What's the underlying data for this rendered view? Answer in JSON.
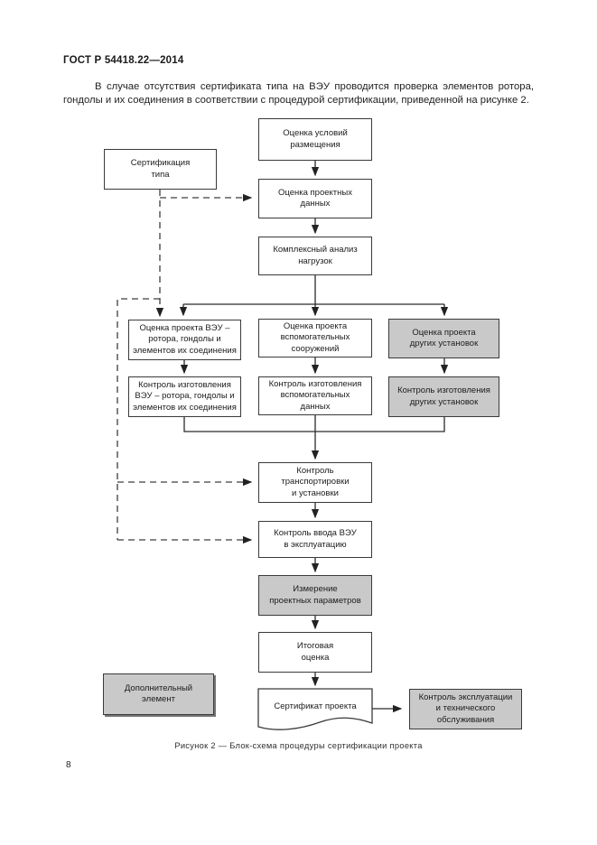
{
  "header": {
    "title": "ГОСТ Р 54418.22—2014"
  },
  "body_text": {
    "paragraph": "В случае отсутствия сертификата типа на ВЭУ проводится проверка элементов ротора, гондолы и их соединения в соответствии с процедурой сертификации, приведенной на рисунке 2."
  },
  "figure": {
    "caption": "Рисунок 2 — Блок-схема процедуры сертификации проекта",
    "nodes": {
      "cert_type": "Сертификация\nтипа",
      "site_conditions": "Оценка условий\nразмещения",
      "design_data": "Оценка проектных\nданных",
      "load_analysis": "Комплексный анализ\nнагрузок",
      "eval_wtg": "Оценка проекта ВЭУ –\nротора, гондолы и\nэлементов их соединения",
      "eval_aux": "Оценка проекта\nвспомогательных\nсооружений",
      "eval_other": "Оценка проекта\nдругих установок",
      "ctrl_wtg": "Контроль изготовления\nВЭУ – ротора, гондолы и\nэлементов их соединения",
      "ctrl_aux": "Контроль изготовления\nвспомогательных\nданных",
      "ctrl_other": "Контроль изготовления\nдругих установок",
      "transport": "Контроль\nтранспортировки\nи установки",
      "commissioning": "Контроль ввода ВЭУ\nв эксплуатацию",
      "measurement": "Измерение\nпроектных параметров",
      "final_eval": "Итоговая\nоценка",
      "cert_project": "Сертификат проекта",
      "maintenance": "Контроль эксплуатации\nи технического\nобслуживания",
      "additional_legend": "Дополнительный\nэлемент"
    }
  },
  "footer": {
    "page_number": "8"
  },
  "colors": {
    "gray_fill": "#c9c9c9",
    "white_fill": "#ffffff",
    "box_border": "#3a3a3a",
    "line": "#2b2b2b"
  }
}
